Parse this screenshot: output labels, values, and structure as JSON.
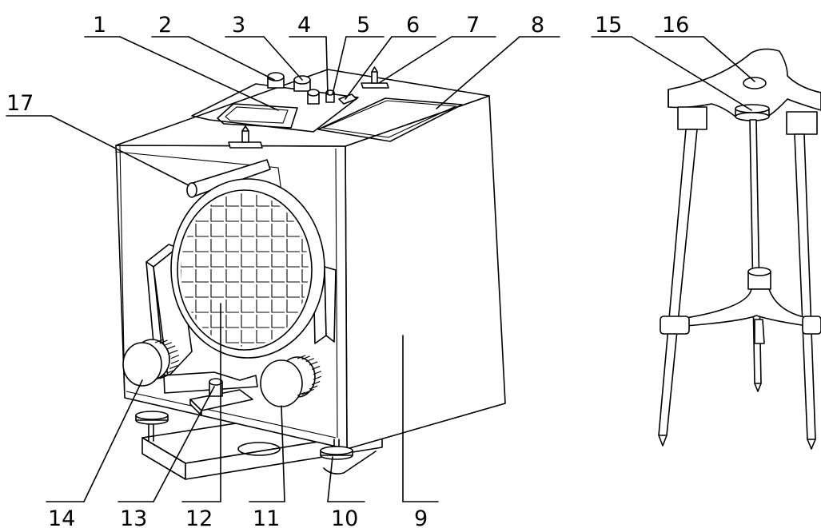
{
  "diagram": {
    "callouts": [
      "1",
      "2",
      "3",
      "4",
      "5",
      "6",
      "7",
      "8",
      "9",
      "10",
      "11",
      "12",
      "13",
      "14",
      "15",
      "16",
      "17"
    ],
    "colors": {
      "line": "#000000",
      "background": "#ffffff"
    }
  }
}
